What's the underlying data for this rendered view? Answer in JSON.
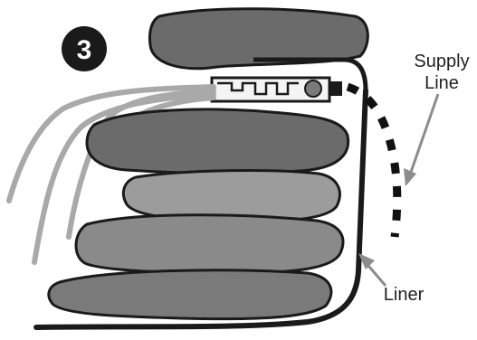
{
  "step": {
    "number": "3"
  },
  "labels": {
    "supply_line": {
      "line1": "Supply",
      "line2": "Line"
    },
    "liner": "Liner"
  },
  "colors": {
    "stone_dark": "#6b6b6b",
    "stone_mid": "#8a8a8a",
    "stone_light": "#9c9c9c",
    "outline": "#1a1a1a",
    "supply_line": "#111111",
    "tubing": "#a9a9a9",
    "arrow": "#8c8c8c"
  }
}
